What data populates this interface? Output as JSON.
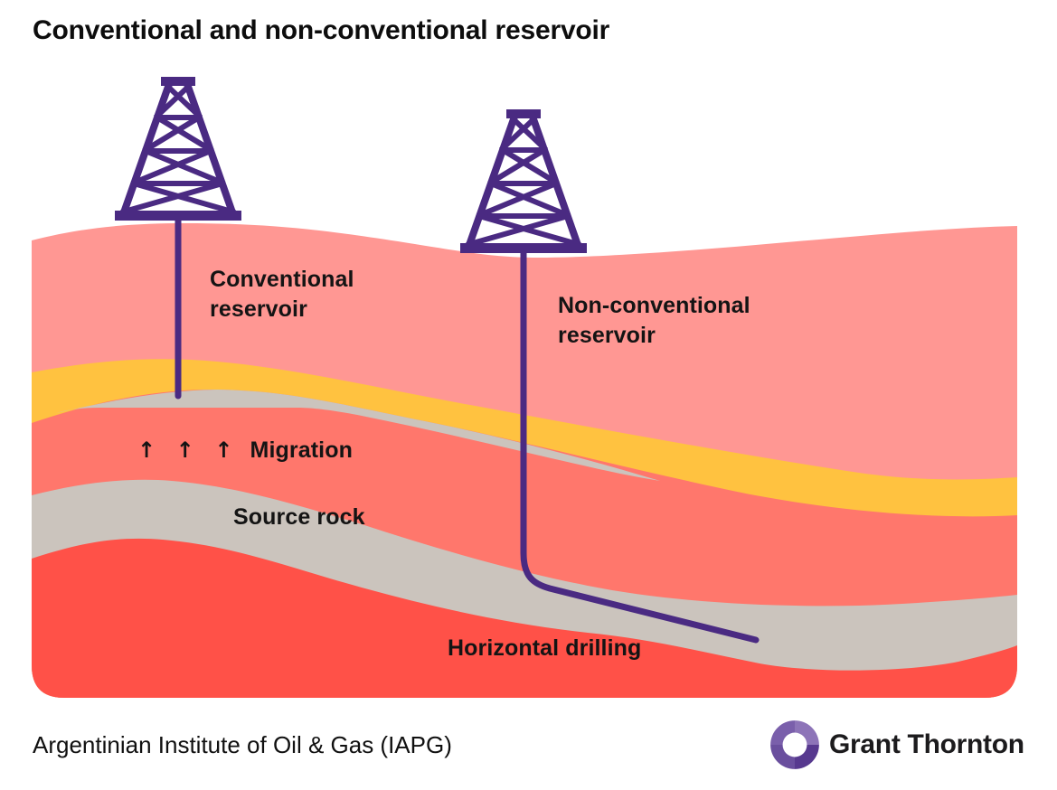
{
  "title": "Conventional and non-conventional reservoir",
  "diagram": {
    "labels": {
      "conventional_reservoir": [
        "Conventional",
        "reservoir"
      ],
      "non_conventional_reservoir": [
        "Non-conventional",
        "reservoir"
      ],
      "migration_arrows": "↑ ↑ ↑",
      "migration": "Migration",
      "source_rock": "Source rock",
      "horizontal_drilling": "Horizontal drilling"
    },
    "layers": [
      {
        "name": "top-rock-layer",
        "color": "#FF9793"
      },
      {
        "name": "seal-layer",
        "color": "#FFC240"
      },
      {
        "name": "conventional-trap-layer",
        "color": "#CBC4BD"
      },
      {
        "name": "migration-layer",
        "color": "#FF776C"
      },
      {
        "name": "source-rock-layer",
        "color": "#CBC4BD"
      },
      {
        "name": "basement-layer",
        "color": "#FF5148"
      }
    ],
    "well_color": "#4A2A82",
    "icons": [
      "oil-derrick-icon",
      "oil-derrick-icon"
    ]
  },
  "footer": {
    "source": "Argentinian Institute of Oil & Gas (IAPG)",
    "brand": {
      "name": "Grant Thornton",
      "icon": "grant-thornton-swirl-icon",
      "icon_colors": [
        "#8D74B8",
        "#6A4F9E",
        "#57398F",
        "#7A5FAB"
      ]
    }
  }
}
